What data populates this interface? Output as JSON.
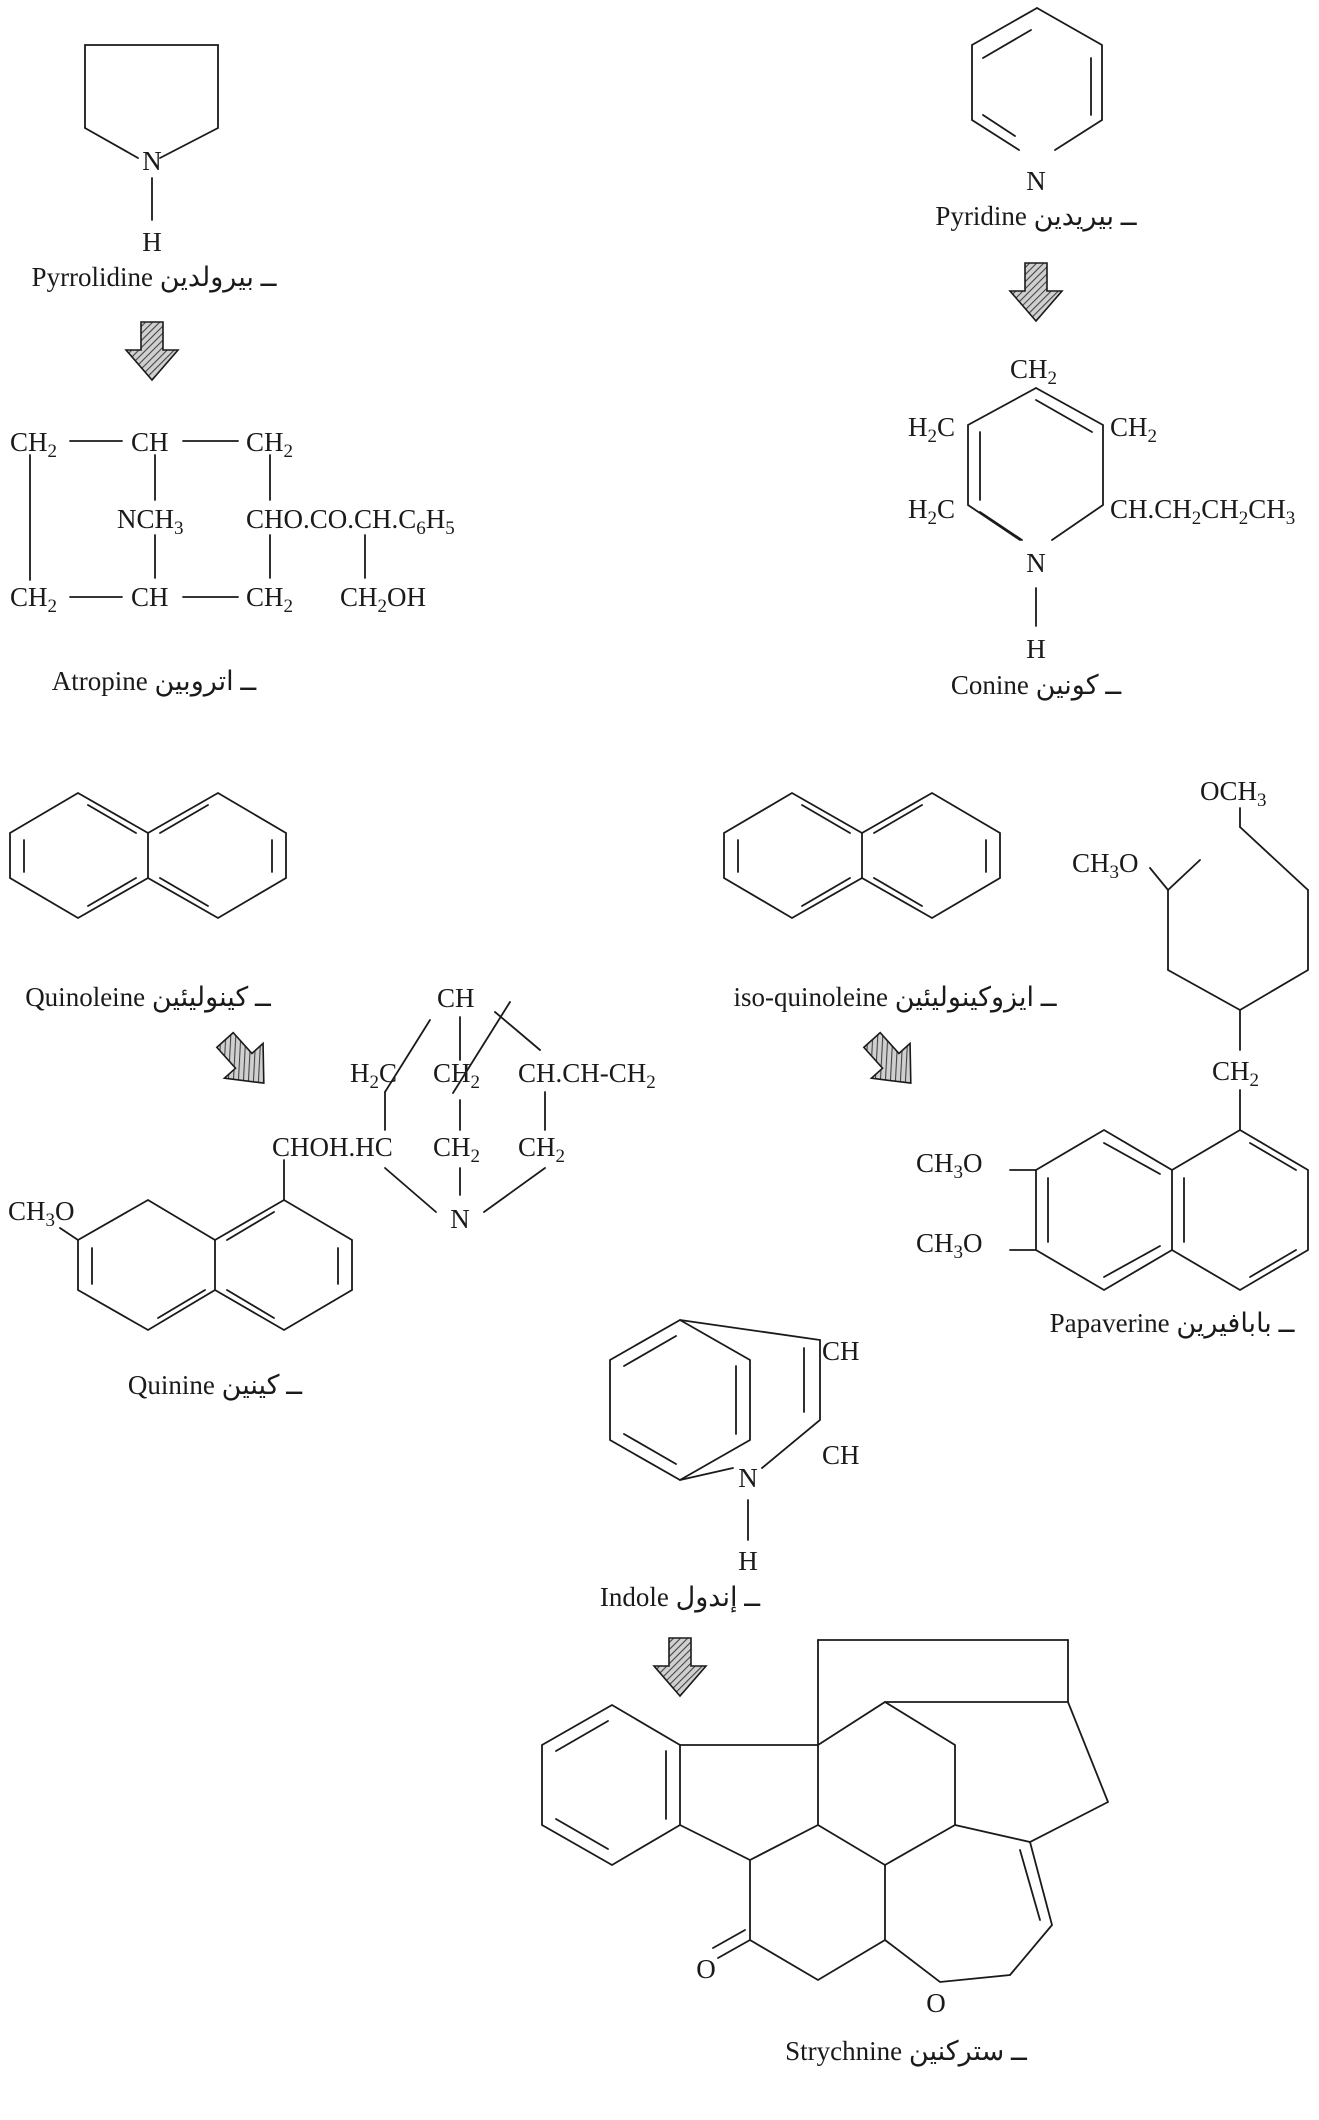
{
  "captions": {
    "pyrrolidine": "Pyrrolidine ــ بيرولدين",
    "pyridine": "Pyridine ــ بيريدين",
    "atropine": "Atropine ــ اتروبين",
    "conine": "Conine ــ كونين",
    "quinoleine": "Quinoleine ــ كينوليئين",
    "isoquinoleine": "iso-quinoleine ــ ايزوكينوليئين",
    "quinine": "Quinine ــ كينين",
    "papaverine": "Papaverine ــ بابافيرين",
    "indole": "Indole ــ إندول",
    "strychnine": "Strychnine ــ ستركنين"
  },
  "labels": {
    "N": "N",
    "H": "H",
    "O": "O",
    "CH": "CH",
    "CH2": "CH2",
    "H2C": "H2C",
    "NCH3": "NCH3",
    "CHO_ester": "CHO.CO.CH.C6H5",
    "CH2OH": "CH2OH",
    "side_chain": "CH.CH2CH2CH3",
    "CH3O": "CH3O",
    "OCH3": "OCH3",
    "CHOH_HC": "CHOH.HC",
    "vinyl": "CH.CH-CH2"
  },
  "colors": {
    "ink": "#1a1a1a",
    "arrow_fill": "#9a9a9a",
    "arrow_hatch": "#555555",
    "background": "#ffffff"
  },
  "icon_names": [
    "reaction-arrow-icon"
  ]
}
